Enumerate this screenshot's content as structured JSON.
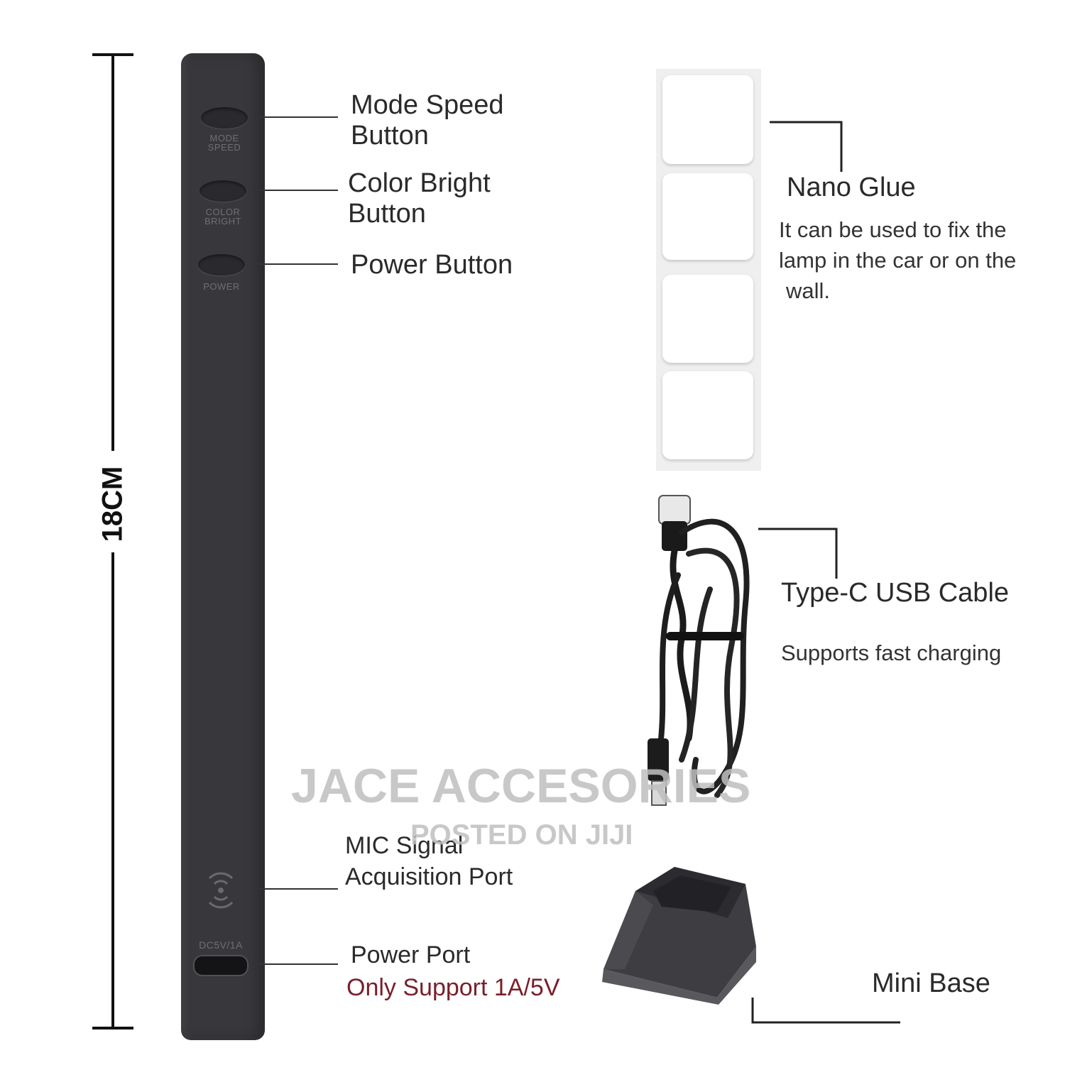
{
  "dimension": {
    "text": "18CM"
  },
  "lamp": {
    "buttons": [
      {
        "caption_line1": "MODE",
        "caption_line2": "SPEED"
      },
      {
        "caption_line1": "COLOR",
        "caption_line2": "BRIGHT"
      },
      {
        "caption_line1": "POWER",
        "caption_line2": ""
      }
    ],
    "port_caption": "DC5V/1A"
  },
  "callouts": {
    "mode_speed": {
      "line1": "Mode Speed",
      "line2": "Button"
    },
    "color_bright": {
      "line1": "Color Bright",
      "line2": "Button"
    },
    "power_button": {
      "line1": "Power Button"
    },
    "mic_port": {
      "line1": "MIC Signal",
      "line2": "Acquisition Port"
    },
    "power_port": {
      "line1": "Power Port",
      "line2": "Only Support 1A/5V"
    }
  },
  "accessories": {
    "nano_glue": {
      "title": "Nano Glue",
      "desc_line1": "It can be used to fix the",
      "desc_line2": "lamp in the car or on the",
      "desc_line3": "wall."
    },
    "usb_cable": {
      "title": "Type-C USB Cable",
      "desc": "Supports fast charging"
    },
    "mini_base": {
      "title": "Mini Base"
    }
  },
  "watermark": {
    "line1": "JACE ACCESORIES",
    "line2": "POSTED ON JIJI"
  },
  "colors": {
    "lamp_body": "#38383c",
    "warning_text": "#7a1f2c",
    "leader_line": "#333333"
  }
}
